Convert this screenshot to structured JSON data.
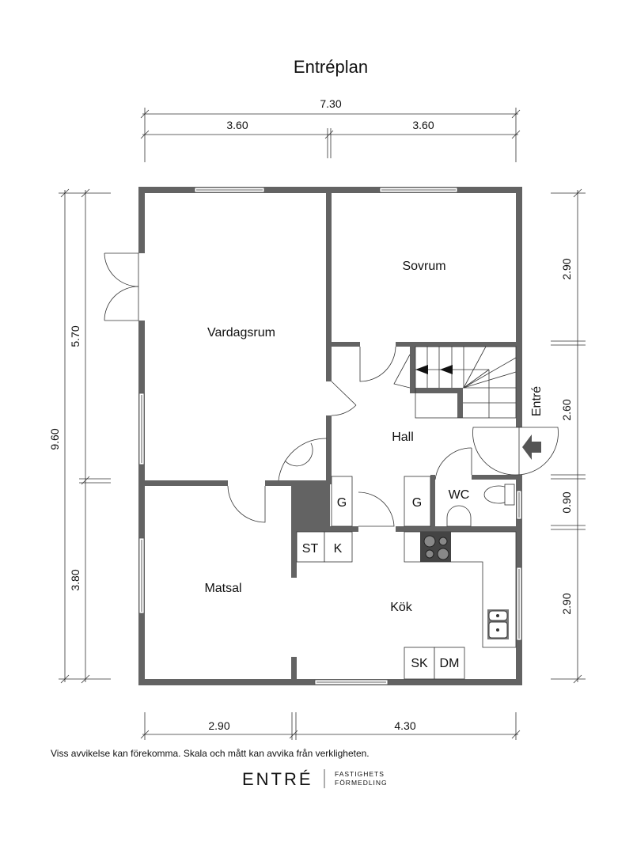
{
  "title": "Entréplan",
  "rooms": {
    "vardagsrum": "Vardagsrum",
    "sovrum": "Sovrum",
    "hall": "Hall",
    "wc": "WC",
    "matsal": "Matsal",
    "kok": "Kök",
    "entre": "Entré"
  },
  "fixtures": {
    "g1": "G",
    "g2": "G",
    "st": "ST",
    "k": "K",
    "sk": "SK",
    "dm": "DM"
  },
  "dimensions": {
    "top_total": "7.30",
    "top_left": "3.60",
    "top_right": "3.60",
    "left_total": "9.60",
    "left_upper": "5.70",
    "left_lower": "3.80",
    "right_1": "2.90",
    "right_2": "2.60",
    "right_3": "0.90",
    "right_4": "2.90",
    "bottom_left": "2.90",
    "bottom_right": "4.30"
  },
  "disclaimer": "Viss avvikelse kan förekomma. Skala och mått kan avvika från verkligheten.",
  "logo": {
    "name": "ENTRÉ",
    "line1": "FASTIGHETS",
    "line2": "FÖRMEDLING"
  }
}
